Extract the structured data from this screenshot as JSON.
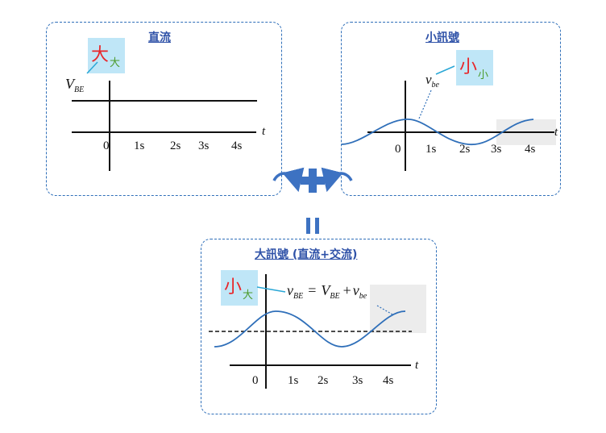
{
  "panel_dc": {
    "title": "直流",
    "tag_main": "大",
    "tag_sub": "大",
    "var_main": "V",
    "var_sub": "BE",
    "axis_t": "t",
    "ticks": [
      "0",
      "1s",
      "2s",
      "3s",
      "4s"
    ]
  },
  "panel_small": {
    "title": "小訊號",
    "tag_main": "小",
    "tag_sub": "小",
    "var_main": "v",
    "var_sub": "be",
    "axis_t": "t",
    "ticks": [
      "0",
      "1s",
      "2s",
      "3s",
      "4s"
    ]
  },
  "panel_large": {
    "title": "大訊號 (直流+交流)",
    "tag_main": "小",
    "tag_sub": "大",
    "eq_lhs_main": "v",
    "eq_lhs_sub": "BE",
    "eq_equals": "=",
    "eq_dc_main": "V",
    "eq_dc_sub": "BE",
    "eq_plus": "+",
    "eq_ac_main": "v",
    "eq_ac_sub": "be",
    "axis_t": "t",
    "ticks": [
      "0",
      "1s",
      "2s",
      "3s",
      "4s"
    ]
  },
  "colors": {
    "border": "#2f6fb9",
    "title": "#2f52a8",
    "tag_bg": "#bfe6f7",
    "tag_main": "#e8262a",
    "tag_sub": "#4c9a2a",
    "wave": "#2f6fb9",
    "operator": "#3d72c2"
  }
}
